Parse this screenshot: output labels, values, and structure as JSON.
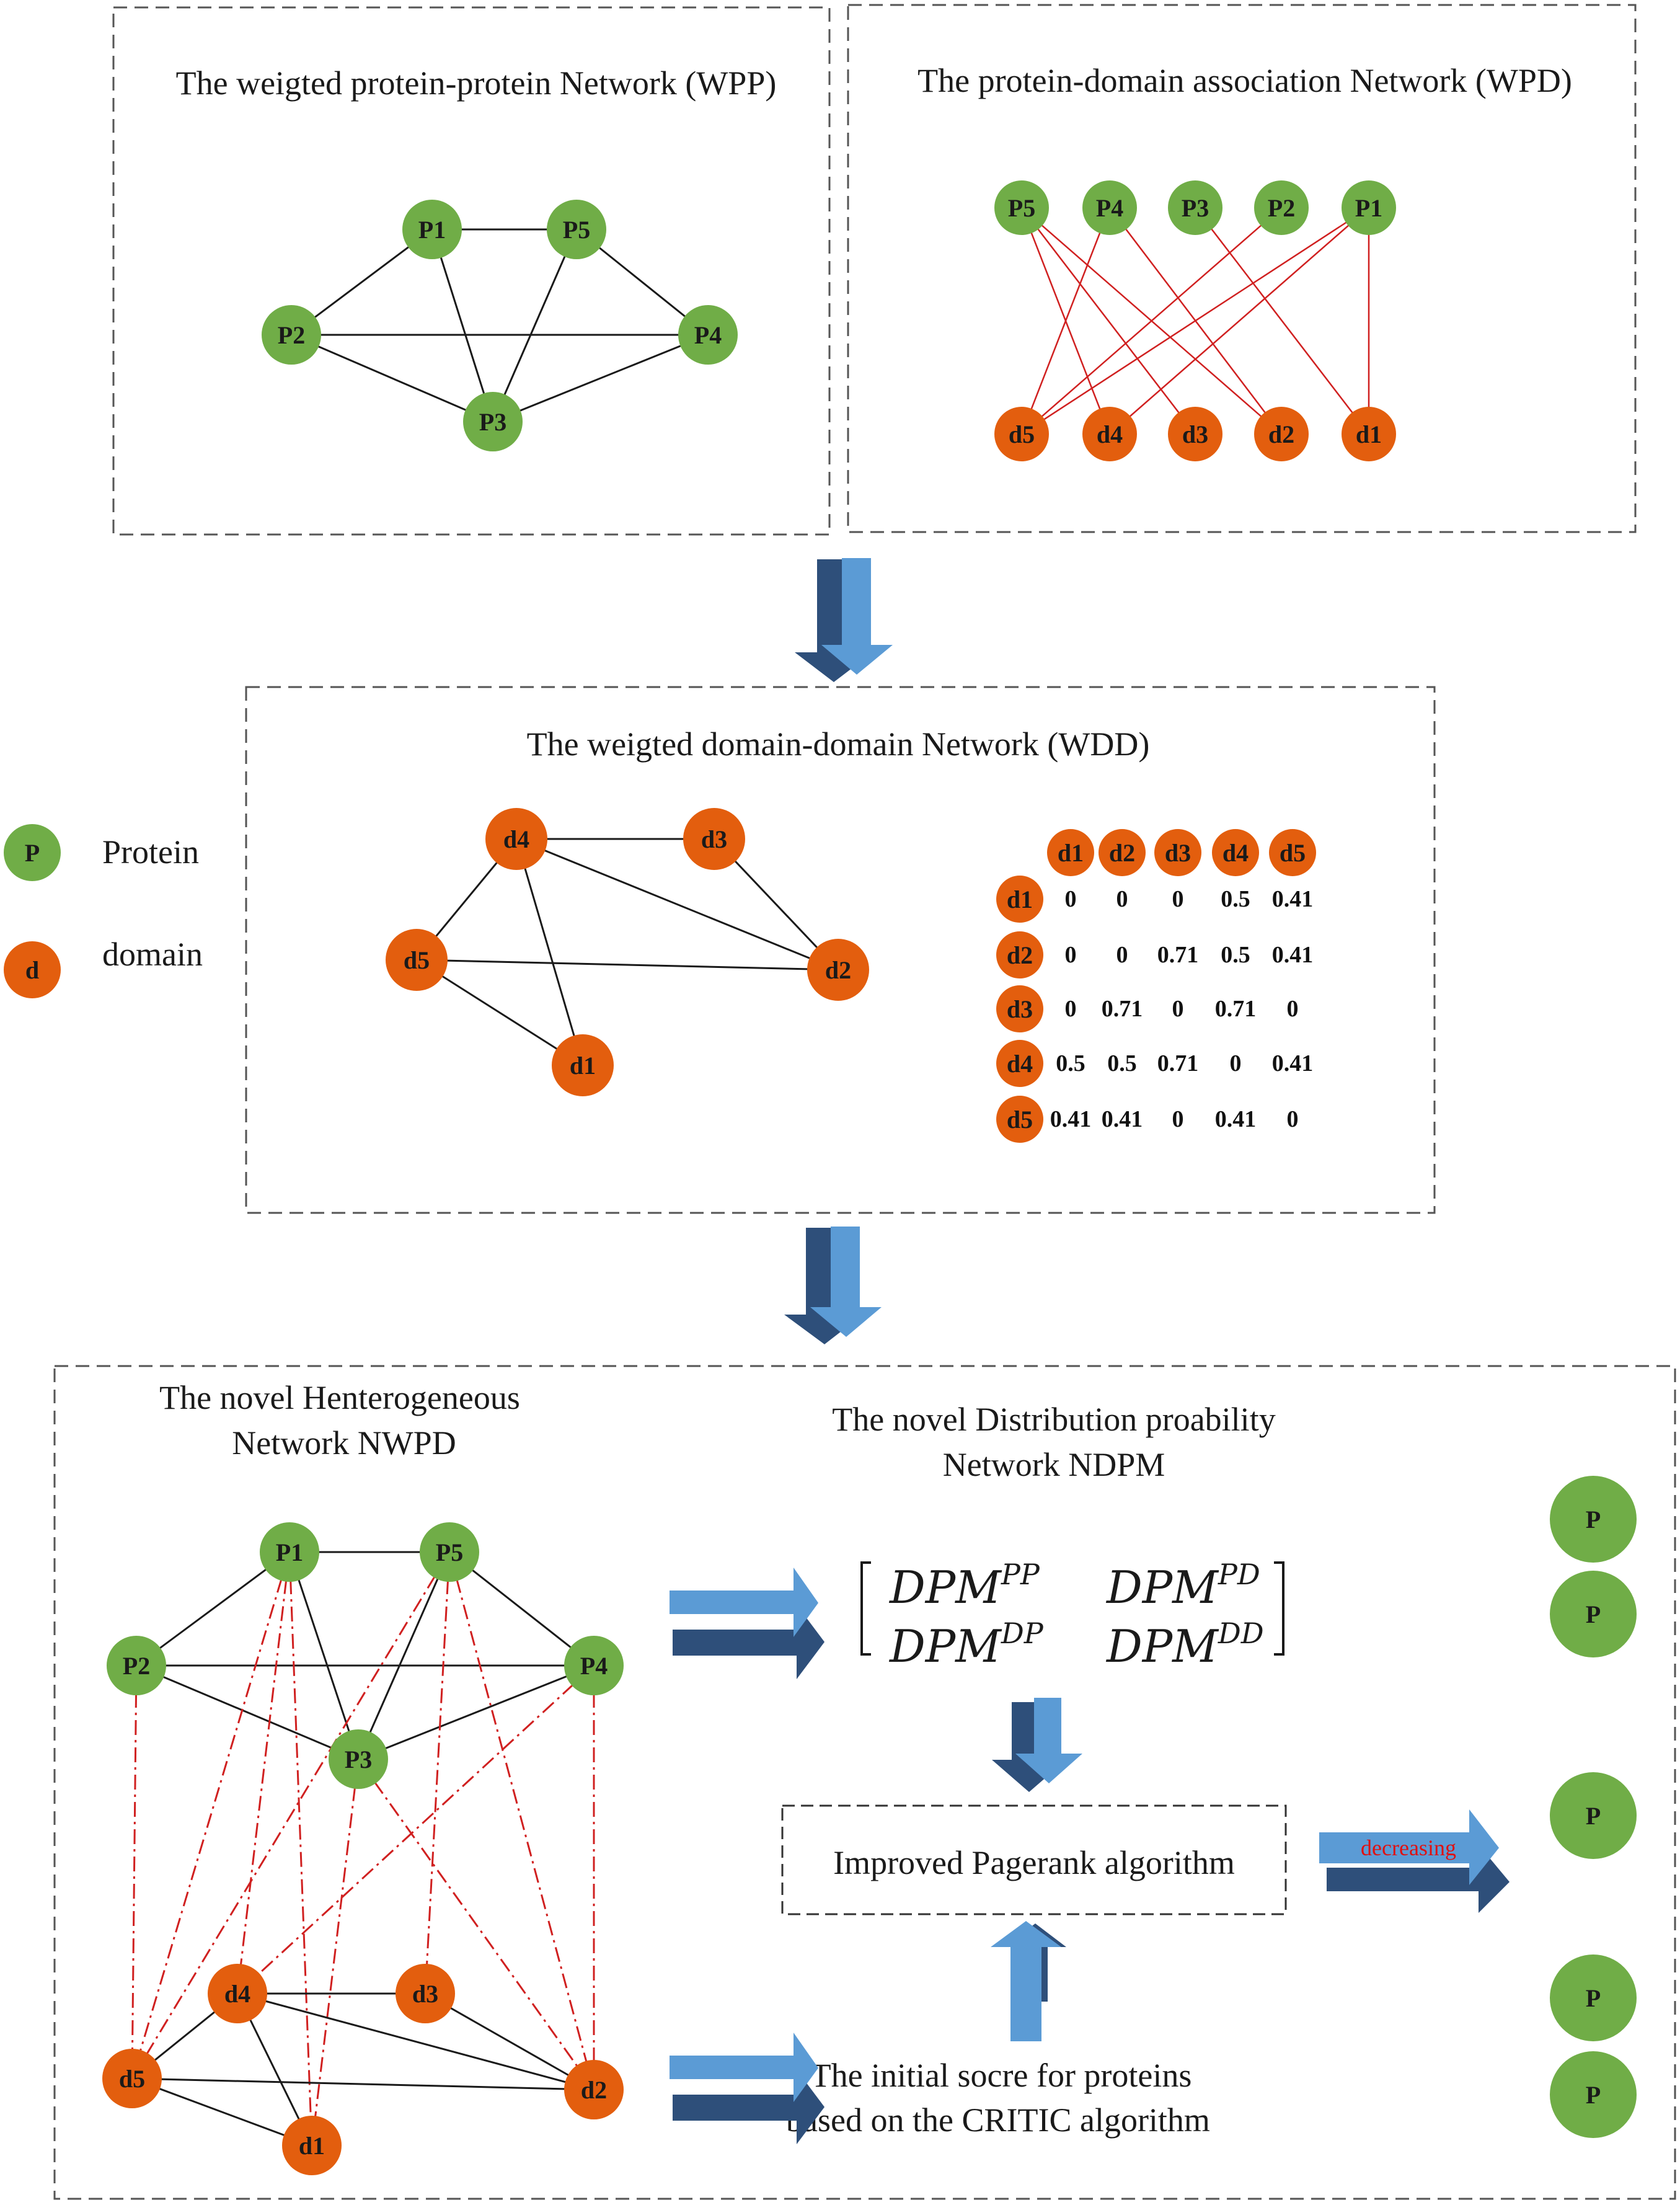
{
  "colors": {
    "protein": "#70ad47",
    "domain": "#e35e0e",
    "edge": "#1a1a1a",
    "assoc_edge": "#d02020",
    "arrow_fill": "#5b9bd5",
    "arrow_shadow": "#2e4f7a",
    "box_border": "#555555"
  },
  "panels": {
    "wpp": {
      "title": "The weigted protein-protein Network (WPP)",
      "nodes": [
        "P1",
        "P5",
        "P2",
        "P4",
        "P3"
      ]
    },
    "wpd": {
      "title": "The protein-domain association  Network (WPD)",
      "proteins": [
        "P5",
        "P4",
        "P3",
        "P2",
        "P1"
      ],
      "domains": [
        "d5",
        "d4",
        "d3",
        "d2",
        "d1"
      ]
    },
    "wdd": {
      "title": "The weigted domain-domain Network (WDD)",
      "nodes": [
        "d4",
        "d3",
        "d5",
        "d2",
        "d1"
      ],
      "matrix": {
        "col_headers": [
          "d1",
          "d2",
          "d3",
          "d4",
          "d5"
        ],
        "row_headers": [
          "d1",
          "d2",
          "d3",
          "d4",
          "d5"
        ],
        "rows": [
          [
            "0",
            "0",
            "0",
            "0.5",
            "0.41"
          ],
          [
            "0",
            "0",
            "0.71",
            "0.5",
            "0.41"
          ],
          [
            "0",
            "0.71",
            "0",
            "0.71",
            "0"
          ],
          [
            "0.5",
            "0.5",
            "0.71",
            "0",
            "0.41"
          ],
          [
            "0.41",
            "0.41",
            "0",
            "0.41",
            "0"
          ]
        ]
      }
    },
    "bottom": {
      "nwpd_title_line1": "The novel Henterogeneous",
      "nwpd_title_line2": "Network NWPD",
      "ndpm_title_line1": "The novel Distribution proability",
      "ndpm_title_line2": "Network NDPM",
      "matrix": {
        "tl": "DPM",
        "tl_sup": "PP",
        "tr": "DPM",
        "tr_sup": "PD",
        "bl": "DPM",
        "bl_sup": "DP",
        "br": "DPM",
        "br_sup": "DD"
      },
      "pagerank_label": "Improved Pagerank algorithm",
      "critic_line1": "The initial socre for proteins",
      "critic_line2": "based on the CRITIC algorithm",
      "decreasing_label": "decreasing",
      "ranked_nodes": [
        "P",
        "P",
        "P",
        "P",
        "P"
      ],
      "nwpd_proteins": [
        "P1",
        "P5",
        "P2",
        "P4",
        "P3"
      ],
      "nwpd_domains": [
        "d4",
        "d3",
        "d5",
        "d2",
        "d1"
      ]
    }
  },
  "legend": {
    "protein_symbol": "P",
    "protein_label": "Protein",
    "domain_symbol": "d",
    "domain_label": "domain"
  }
}
